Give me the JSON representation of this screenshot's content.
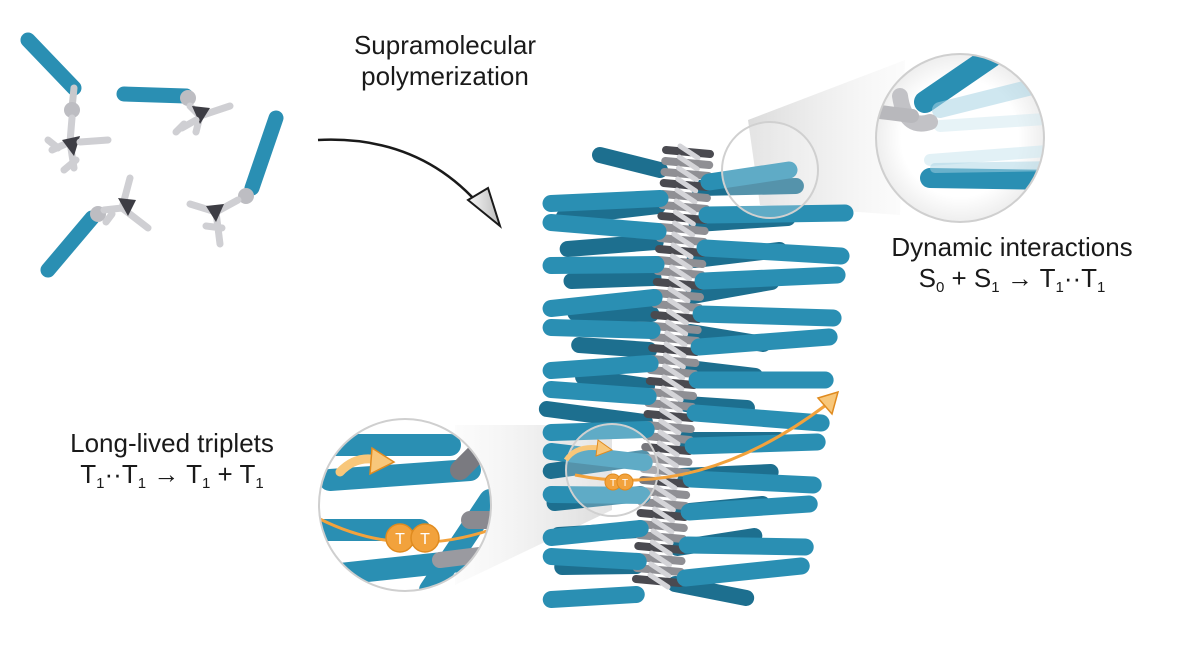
{
  "labels": {
    "polymerization": [
      "Supramolecular",
      "polymerization"
    ],
    "dynamic": {
      "title": "Dynamic interactions",
      "equation": {
        "a": "S",
        "a_sub": "0",
        "plus": " + ",
        "b": "S",
        "b_sub": "1",
        "arrow": " → ",
        "c": "T",
        "c_sub": "1",
        "dots": "··",
        "d": "T",
        "d_sub": "1"
      }
    },
    "triplets": {
      "title": "Long-lived triplets",
      "equation": {
        "a": "T",
        "a_sub": "1",
        "dots": "··",
        "b": "T",
        "b_sub": "1",
        "arrow": " → ",
        "c": "T",
        "c_sub": "1",
        "plus": " + ",
        "d": "T",
        "d_sub": "1"
      }
    },
    "pair_small": [
      "T",
      "T"
    ],
    "pair_large": [
      "T",
      "T"
    ]
  },
  "colors": {
    "teal": "#2a8fb3",
    "teal_dark": "#1d6f8f",
    "core_gray": "#8f8f94",
    "core_dark": "#4a4a50",
    "orange": "#f2a23c",
    "orange_light": "#f8c77a"
  }
}
